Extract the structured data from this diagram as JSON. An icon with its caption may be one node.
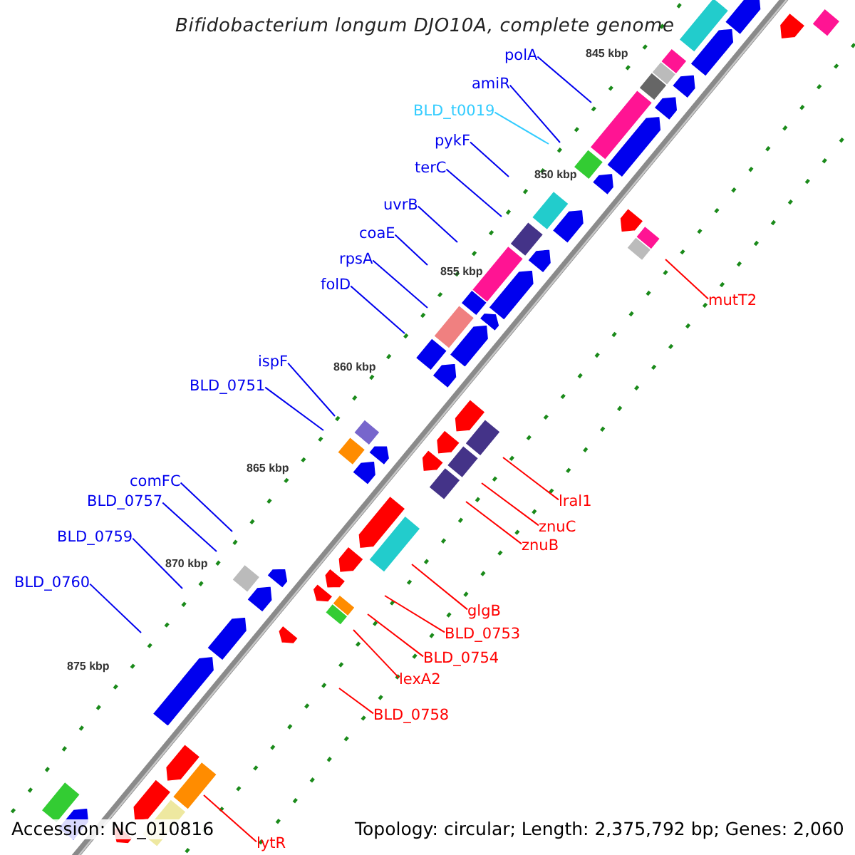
{
  "diagram": {
    "title": "Bifidobacterium longum DJO10A, complete genome",
    "nodes": [
      {
        "text": [
          "polA"
        ]
      },
      {
        "text": [
          "amiR"
        ]
      },
      {
        "text": [
          "BLD_t0019"
        ]
      },
      {
        "text": [
          "pykF"
        ]
      },
      {
        "text": [
          "terC"
        ]
      },
      {
        "text": [
          "uvrB"
        ]
      },
      {
        "text": [
          "coaE"
        ]
      },
      {
        "text": [
          "rpsA"
        ]
      },
      {
        "text": [
          "mutT2"
        ]
      },
      {
        "text": [
          "folD"
        ]
      },
      {
        "text": [
          "ispF"
        ]
      },
      {
        "text": [
          "BLD_0751"
        ]
      },
      {
        "text": [
          "comFC"
        ]
      },
      {
        "text": [
          "lral1"
        ]
      },
      {
        "text": [
          "BLD_0757"
        ]
      },
      {
        "text": [
          "znuC"
        ]
      },
      {
        "text": [
          "znuB"
        ]
      },
      {
        "text": [
          "BLD_0759"
        ]
      },
      {
        "text": [
          "BLD_0760"
        ]
      },
      {
        "text": [
          "glgB"
        ]
      },
      {
        "text": [
          "BLD_0753"
        ]
      },
      {
        "text": [
          "BLD_0754"
        ]
      },
      {
        "text": [
          "lexA2"
        ]
      },
      {
        "text": [
          "BLD_0758"
        ]
      },
      {
        "text": [
          "lytR"
        ]
      }
    ],
    "edges": [
      {
        "from": 0,
        "to": null,
        "arrow": "none"
      },
      {
        "from": 1,
        "to": null,
        "arrow": "none"
      },
      {
        "from": 2,
        "to": null,
        "arrow": "none",
        "color": "#33ccff"
      },
      {
        "from": 3,
        "to": null,
        "arrow": "none"
      },
      {
        "from": 4,
        "to": null,
        "arrow": "none"
      },
      {
        "from": 5,
        "to": null,
        "arrow": "none"
      },
      {
        "from": 6,
        "to": null,
        "arrow": "none"
      },
      {
        "from": 7,
        "to": null,
        "arrow": "none"
      },
      {
        "from": 8,
        "to": null,
        "arrow": "none",
        "color": "#ff0000"
      },
      {
        "from": 9,
        "to": null,
        "arrow": "none"
      },
      {
        "from": 10,
        "to": null,
        "arrow": "none"
      },
      {
        "from": 11,
        "to": null,
        "arrow": "none"
      },
      {
        "from": 12,
        "to": null,
        "arrow": "none"
      },
      {
        "from": 13,
        "to": null,
        "arrow": "none",
        "color": "#ff0000"
      },
      {
        "from": 14,
        "to": null,
        "arrow": "none"
      },
      {
        "from": 15,
        "to": null,
        "arrow": "none",
        "color": "#ff0000"
      },
      {
        "from": 16,
        "to": null,
        "arrow": "none",
        "color": "#ff0000"
      },
      {
        "from": 17,
        "to": null,
        "arrow": "none"
      },
      {
        "from": 18,
        "to": null,
        "arrow": "none"
      },
      {
        "from": 19,
        "to": null,
        "arrow": "none",
        "color": "#ff0000"
      },
      {
        "from": 20,
        "to": null,
        "arrow": "none",
        "color": "#ff0000"
      },
      {
        "from": 21,
        "to": null,
        "arrow": "none",
        "color": "#ff0000"
      },
      {
        "from": 22,
        "to": null,
        "arrow": "none",
        "color": "#ff0000"
      },
      {
        "from": 23,
        "to": null,
        "arrow": "none",
        "color": "#ff0000"
      },
      {
        "from": 24,
        "to": null,
        "arrow": "none",
        "color": "#ff0000"
      }
    ],
    "labels": [
      "845 kbp",
      "850 kbp",
      "855 kbp",
      "860 kbp",
      "865 kbp",
      "870 kbp",
      "875 kbp",
      "Accession: NC_010816",
      "Topology: circular; Length: 2,375,792 bp; Genes: 2,060"
    ]
  }
}
